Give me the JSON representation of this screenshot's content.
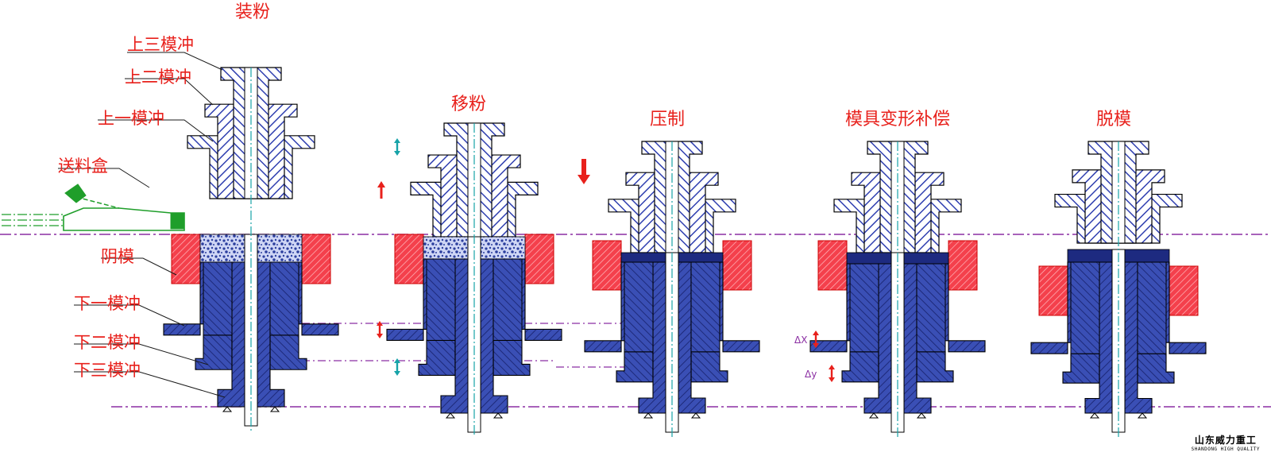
{
  "stages": [
    {
      "id": "fill",
      "title": "装粉"
    },
    {
      "id": "transfer",
      "title": "移粉"
    },
    {
      "id": "press",
      "title": "压制"
    },
    {
      "id": "compensate",
      "title": "模具变形补偿"
    },
    {
      "id": "eject",
      "title": "脱模"
    }
  ],
  "part_labels": {
    "upper3": "上三模冲",
    "upper2": "上二模冲",
    "upper1": "上一模冲",
    "feed_box": "送料盒",
    "die": "阴模",
    "lower1": "下一模冲",
    "lower2": "下二模冲",
    "lower3": "下三模冲"
  },
  "delta_labels": {
    "dx": "ΔX",
    "dy": "Δy"
  },
  "brand": {
    "cn": "山东威力重工",
    "en": "SHANDONG HIGH QUALITY"
  },
  "colors": {
    "label": "#e8211c",
    "leader": "#1a1a1a",
    "upper_punch": "#2f3fb0",
    "lower_punch": "#2c3f9e",
    "die": "#ee2b3b",
    "centerline": "#17a3a8",
    "datum_line": "#8b2fa3",
    "feed_box": "#1f9e2a",
    "arrow_red": "#e8211c",
    "arrow_cyan": "#17a3a8",
    "compact": "#1d2a80"
  },
  "icons": [
    "arrow-down-icon",
    "arrow-up-icon",
    "double-arrow-icon"
  ]
}
